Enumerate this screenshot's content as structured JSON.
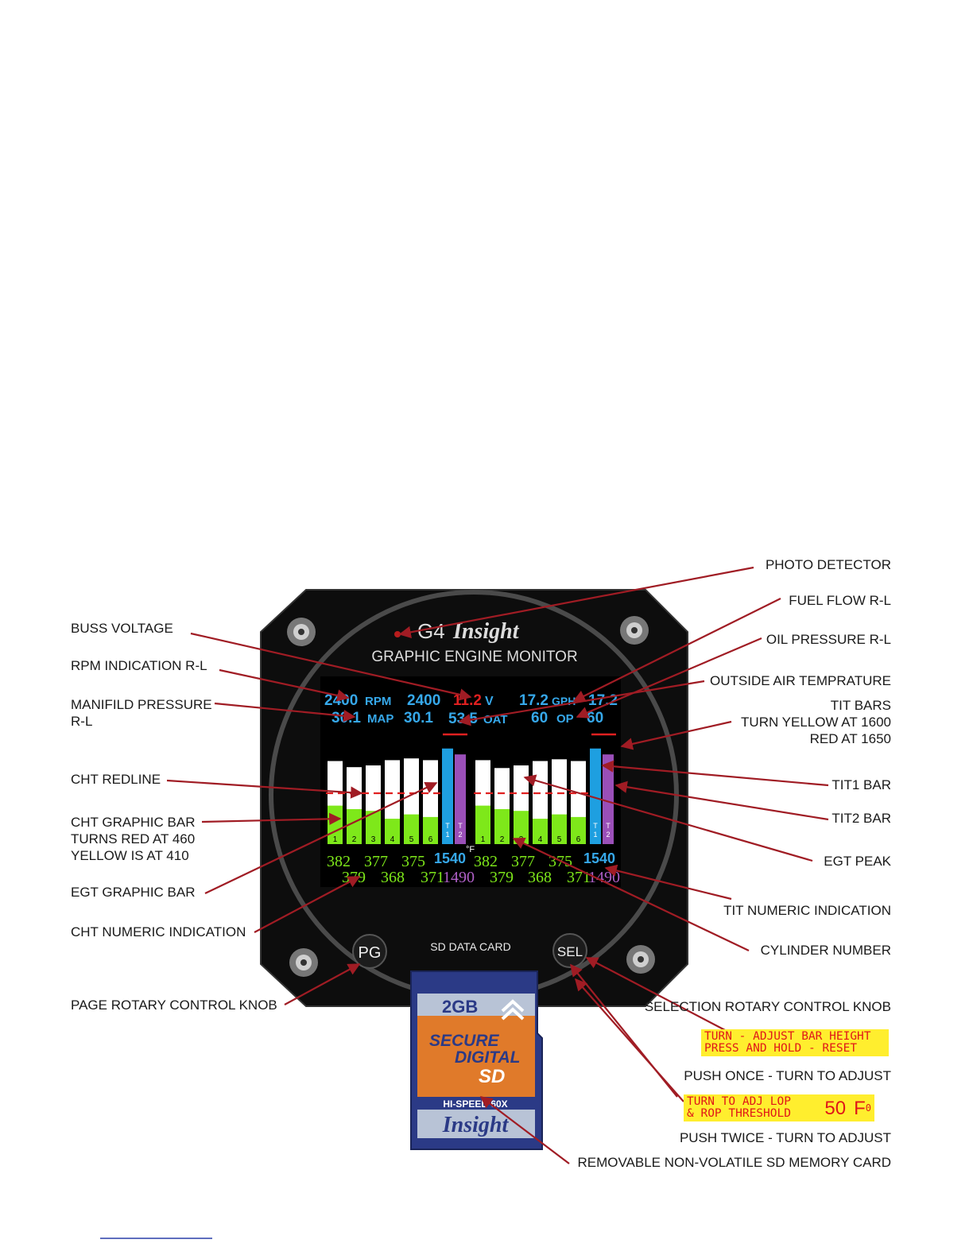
{
  "device": {
    "brand_prefix": "G4",
    "brand_name": "Insight",
    "subtitle": "GRAPHIC ENGINE MONITOR",
    "sd_slot_label": "SD DATA CARD",
    "knob_left": "PG",
    "knob_right": "SEL"
  },
  "screen": {
    "row1": {
      "rpm_left": "2400",
      "rpm_unit": "RPM",
      "rpm_right": "2400",
      "volts": "11.2",
      "volts_unit": "V",
      "ff_left": "17.2",
      "ff_unit": "GPH",
      "ff_right": "17.2"
    },
    "row2": {
      "map_left": "30.1",
      "map_unit": "MAP",
      "map_right": "30.1",
      "oat": "53.5",
      "oat_unit": "OAT",
      "op_left": "60",
      "op_unit": "OP",
      "op_right": "60"
    },
    "degree_label": "°F",
    "left_bank": {
      "cylinders": [
        "1",
        "2",
        "3",
        "4",
        "5",
        "6"
      ],
      "egt_fill": [
        0.95,
        0.88,
        0.9,
        0.96,
        0.98,
        0.96
      ],
      "cht_fill": [
        0.44,
        0.4,
        0.38,
        0.29,
        0.34,
        0.31
      ],
      "tit1_fill": 0.97,
      "tit2_fill": 0.91,
      "tit_labels": [
        "T\n1",
        "T\n2"
      ],
      "cht_top": [
        "382",
        "377",
        "375"
      ],
      "cht_bottom": [
        "379",
        "368",
        "371"
      ],
      "tit_top": "1540",
      "tit_bottom": "1490"
    },
    "right_bank": {
      "cylinders": [
        "1",
        "2",
        "3",
        "4",
        "5",
        "6"
      ],
      "egt_fill": [
        0.96,
        0.87,
        0.9,
        0.95,
        0.97,
        0.95
      ],
      "cht_fill": [
        0.44,
        0.4,
        0.38,
        0.29,
        0.34,
        0.31
      ],
      "tit1_fill": 0.97,
      "tit2_fill": 0.91,
      "tit_labels": [
        "T\n1",
        "T\n2"
      ],
      "cht_top": [
        "382",
        "377",
        "375"
      ],
      "cht_bottom": [
        "379",
        "368",
        "371"
      ],
      "tit_top": "1540",
      "tit_bottom": "1490"
    }
  },
  "sd_card": {
    "capacity": "2GB",
    "line1": "SECURE",
    "line2": "DIGITAL",
    "logo": "SD",
    "speed": "HI-SPEED 60X",
    "brand": "Insight"
  },
  "labels_left": {
    "buss_voltage": "BUSS VOLTAGE",
    "rpm": "RPM INDICATION R-L",
    "manifold_1": "MANIFILD PRESSURE",
    "manifold_2": "R-L",
    "cht_redline": "CHT REDLINE",
    "cht_bar_1": "CHT GRAPHIC BAR",
    "cht_bar_2": "TURNS RED AT 460",
    "cht_bar_3": "YELLOW IS AT 410",
    "egt_bar": "EGT GRAPHIC BAR",
    "cht_numeric": "CHT NUMERIC INDICATION",
    "page_knob": "PAGE ROTARY CONTROL KNOB"
  },
  "labels_right": {
    "photo_detector": "PHOTO DETECTOR",
    "fuel_flow": "FUEL FLOW R-L",
    "oil_pressure": "OIL PRESSURE R-L",
    "oat": "OUTSIDE AIR TEMPRATURE",
    "tit_bars_1": "TIT BARS",
    "tit_bars_2": "TURN YELLOW AT 1600",
    "tit_bars_3": "RED AT 1650",
    "tit1_bar": "TIT1 BAR",
    "tit2_bar": "TIT2 BAR",
    "egt_peak": "EGT PEAK",
    "tit_numeric": "TIT NUMERIC INDICATION",
    "cylinder_number": "CYLINDER NUMBER",
    "selection_knob": "SELECTION ROTARY CONTROL KNOB",
    "push_once": "PUSH ONCE - TURN TO ADJUST",
    "push_twice": "PUSH TWICE - TURN TO ADJUST",
    "sd_card": "REMOVABLE NON-VOLATILE SD MEMORY CARD"
  },
  "highlights": {
    "turn_adjust": "TURN - ADJUST BAR HEIGHT",
    "press_reset": "PRESS AND HOLD - RESET",
    "turn_lop": "TURN TO ADJ LOP",
    "rop": "& ROP THRESHOLD",
    "threshold_value": "50",
    "threshold_unit": "F",
    "threshold_deg": "0"
  },
  "colors": {
    "egt_bar": "#ffffff",
    "cht_bar": "#7ee81a",
    "tit1_bar": "#1e9fe0",
    "tit2_bar": "#9a4fb8",
    "redline": "#e02020",
    "leader": "#a01c24",
    "screen_text": "#36a8ea",
    "cht_text": "#7ee81a",
    "tit2_text": "#b060c8",
    "highlight_bg": "#ffee2e",
    "highlight_text": "#e01818"
  }
}
